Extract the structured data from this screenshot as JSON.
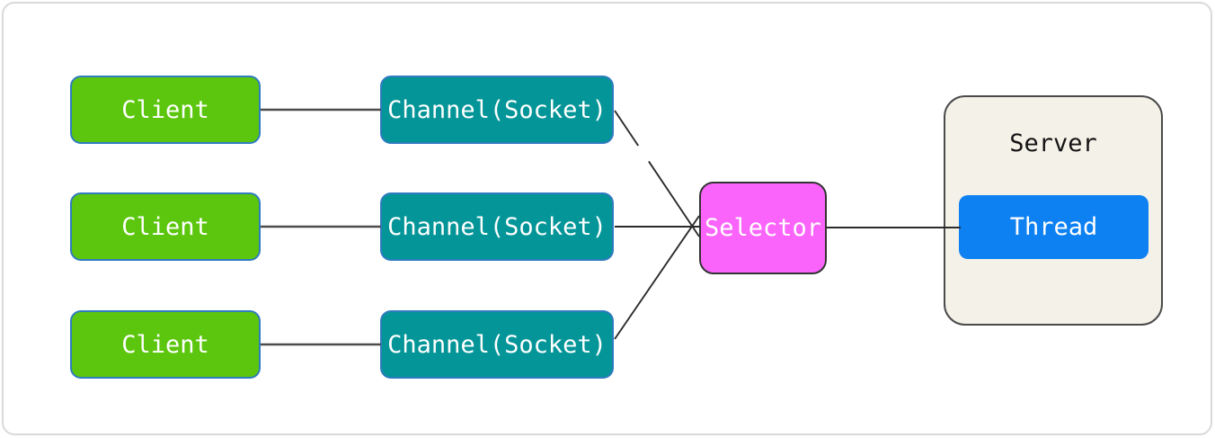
{
  "nodes": {
    "clients": [
      {
        "id": "client1",
        "label": "Client"
      },
      {
        "id": "client2",
        "label": "Client"
      },
      {
        "id": "client3",
        "label": "Client"
      }
    ],
    "channels": [
      {
        "id": "channel1",
        "label": "Channel(Socket)"
      },
      {
        "id": "channel2",
        "label": "Channel(Socket)"
      },
      {
        "id": "channel3",
        "label": "Channel(Socket)"
      }
    ],
    "selector": {
      "id": "selector",
      "label": "Selector"
    },
    "server": {
      "id": "server",
      "label": "Server"
    },
    "thread": {
      "id": "thread",
      "label": "Thread"
    }
  },
  "edges": [
    {
      "from": "client1",
      "to": "channel1",
      "dashed": false
    },
    {
      "from": "client2",
      "to": "channel2",
      "dashed": false
    },
    {
      "from": "client3",
      "to": "channel3",
      "dashed": false
    },
    {
      "from": "channel1",
      "to": "selector",
      "dashed": true
    },
    {
      "from": "channel2",
      "to": "selector",
      "dashed": false
    },
    {
      "from": "channel3",
      "to": "selector",
      "dashed": false
    },
    {
      "from": "selector",
      "to": "thread",
      "dashed": false
    }
  ],
  "colors": {
    "canvas_bg": "#ffffff",
    "frame_border": "#d9d9d9",
    "client_fill": "#5cc60e",
    "channel_fill": "#049598",
    "box_border_blue": "#2f7cc0",
    "selector_fill": "#fb64fb",
    "selector_border": "#333333",
    "server_fill": "#f4f1e8",
    "server_border": "#4a4a4a",
    "thread_fill": "#0e81f2",
    "edge_color": "#2b2b2b",
    "client_edge_color": "#4c4c4c",
    "text_light": "#ffffff",
    "text_dark": "#141414"
  }
}
